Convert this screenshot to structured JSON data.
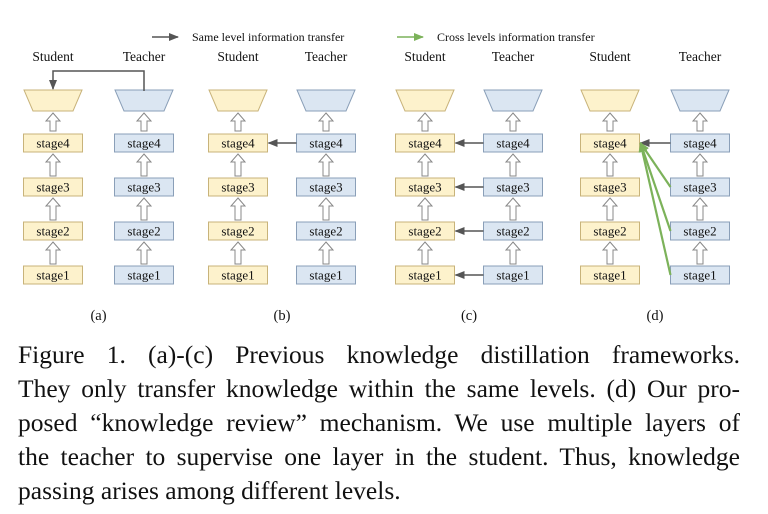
{
  "legend": {
    "same_level": "Same level information transfer",
    "cross_level": "Cross levels information transfer"
  },
  "colors": {
    "student_fill": "#fdf2cc",
    "student_stroke": "#c8b37a",
    "teacher_fill": "#dbe6f2",
    "teacher_stroke": "#8a9fb8",
    "same_arrow": "#555555",
    "cross_arrow": "#7cb25a"
  },
  "column_labels": {
    "student": "Student",
    "teacher": "Teacher"
  },
  "stages": [
    "stage1",
    "stage2",
    "stage3",
    "stage4"
  ],
  "panels": [
    {
      "id": "a",
      "label": "(a)"
    },
    {
      "id": "b",
      "label": "(b)"
    },
    {
      "id": "c",
      "label": "(c)"
    },
    {
      "id": "d",
      "label": "(d)"
    }
  ],
  "caption": {
    "line1": "Figure 1. (a)-(c) Previous knowledge distillation frameworks.",
    "line2": "They only transfer knowledge within the same levels. (d) Our pro-",
    "line3": "posed “knowledge review” mechanism. We use multiple layers of",
    "line4": "the teacher to supervise one layer in the student. Thus, knowledge",
    "line5": "passing arises among different levels."
  }
}
